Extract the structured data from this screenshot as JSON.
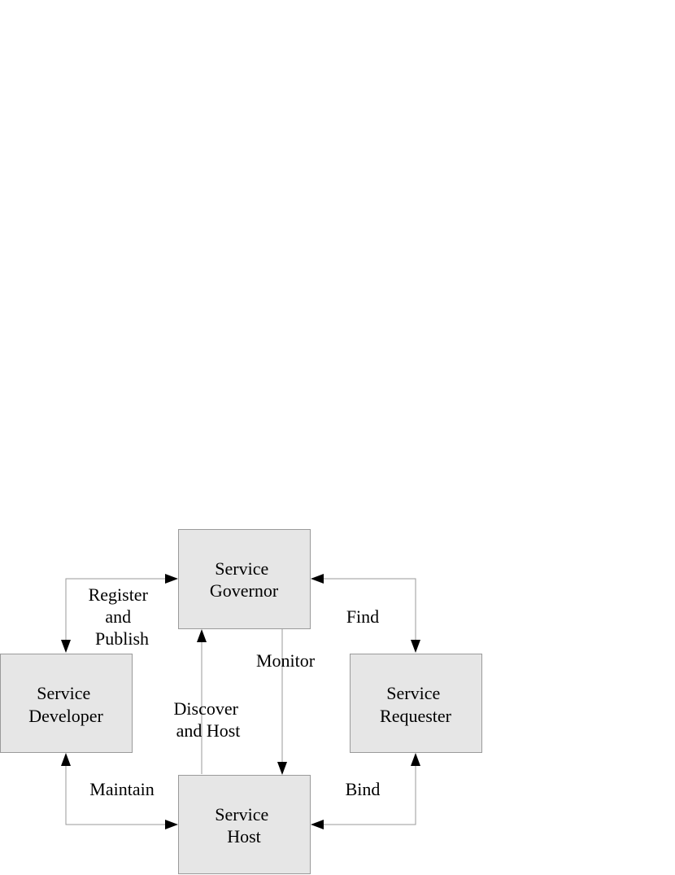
{
  "nodes": {
    "governor": {
      "lines": [
        "Service",
        "Governor"
      ]
    },
    "developer": {
      "lines": [
        "Service",
        "Developer"
      ]
    },
    "requester": {
      "lines": [
        "Service",
        "Requester"
      ]
    },
    "host": {
      "lines": [
        "Service",
        "Host"
      ]
    }
  },
  "edges": {
    "register_publish": {
      "lines": [
        "Register",
        "and",
        "Publish"
      ]
    },
    "find": {
      "lines": [
        "Find"
      ]
    },
    "monitor": {
      "lines": [
        "Monitor"
      ]
    },
    "discover_host": {
      "lines": [
        "Discover",
        "and Host"
      ]
    },
    "maintain": {
      "lines": [
        "Maintain"
      ]
    },
    "bind": {
      "lines": [
        "Bind"
      ]
    }
  },
  "colors": {
    "box_fill": "#e6e6e6",
    "box_stroke": "#9a9a9a",
    "line": "#9a9a9a",
    "arrow": "#000000",
    "text": "#000000"
  }
}
